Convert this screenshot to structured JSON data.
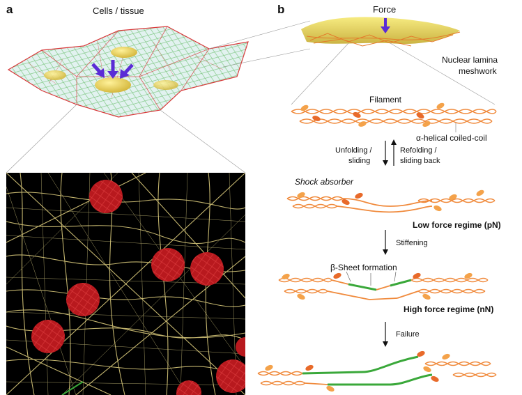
{
  "panel_a": {
    "letter": "a",
    "title": "Cells / tissue"
  },
  "panel_b": {
    "letter": "b",
    "force_label": "Force",
    "lamina_label_line1": "Nuclear lamina",
    "lamina_label_line2": "meshwork",
    "filament_label": "Filament",
    "coil_label": "α-helical coiled-coil",
    "unfolding_line1": "Unfolding /",
    "unfolding_line2": "sliding",
    "refolding_line1": "Refolding /",
    "refolding_line2": "sliding back",
    "shock_label": "Shock absorber",
    "low_force_label": "Low force regime (pN)",
    "stiffening_label": "Stiffening",
    "beta_label": "β-Sheet formation",
    "high_force_label": "High force regime (nN)",
    "failure_label": "Failure"
  },
  "colors": {
    "filament_orange": "#f08a3c",
    "head_orange": "#f4a24a",
    "beta_green": "#3aa83a",
    "arrow_purple": "#5a2bd6",
    "nucleus_yellow": "#e8d25a",
    "mesh_red": "#d9383a",
    "mesh_green": "#4cae4c",
    "fiber_yellow": "#d8c87a"
  }
}
